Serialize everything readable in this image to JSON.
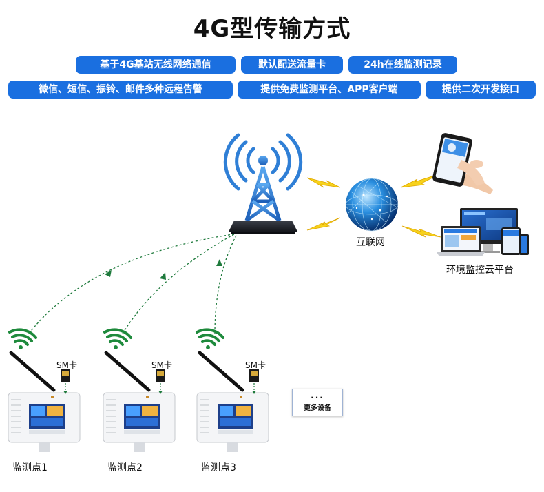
{
  "title": "4G型传输方式",
  "features": {
    "row1": [
      "基于4G基站无线网络通信",
      "默认配送流量卡",
      "24h在线监测记录"
    ],
    "row2": [
      "微信、短信、振铃、邮件多种远程告警",
      "提供免费监测平台、APP客户端",
      "提供二次开发接口"
    ]
  },
  "network": {
    "internet_label": "互联网",
    "platform_label": "环境监控云平台"
  },
  "devices": [
    {
      "point_label": "监测点1",
      "sim_label": "SM卡"
    },
    {
      "point_label": "监测点2",
      "sim_label": "SM卡"
    },
    {
      "point_label": "监测点3",
      "sim_label": "SM卡"
    }
  ],
  "more": {
    "dots": "...",
    "label": "更多设备"
  },
  "colors": {
    "pill_blue": "#1a6fe0",
    "arrow_green": "#1e7a3c",
    "lightning_yellow": "#f7d21c",
    "tower_blue": "#2f7fd6"
  }
}
